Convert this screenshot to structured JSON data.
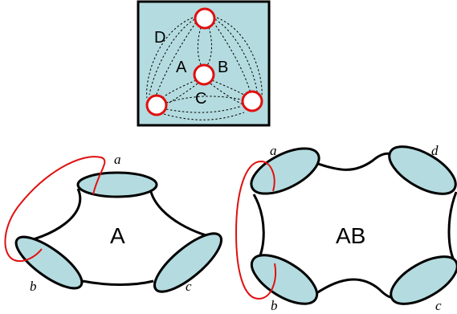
{
  "colors": {
    "fill": "#b4dce0",
    "outline": "#000000",
    "accent": "#e01010",
    "background": "#ffffff"
  },
  "inset": {
    "region_labels": {
      "a": "A",
      "b": "B",
      "c": "C",
      "d": "D"
    }
  },
  "left_surface": {
    "center_label": "A",
    "boundary_labels": {
      "top": "a",
      "left": "b",
      "right": "c"
    }
  },
  "right_surface": {
    "center_label": "AB",
    "boundary_labels": {
      "top_left": "a",
      "top_right": "d",
      "bottom_left": "b",
      "bottom_right": "c"
    }
  }
}
